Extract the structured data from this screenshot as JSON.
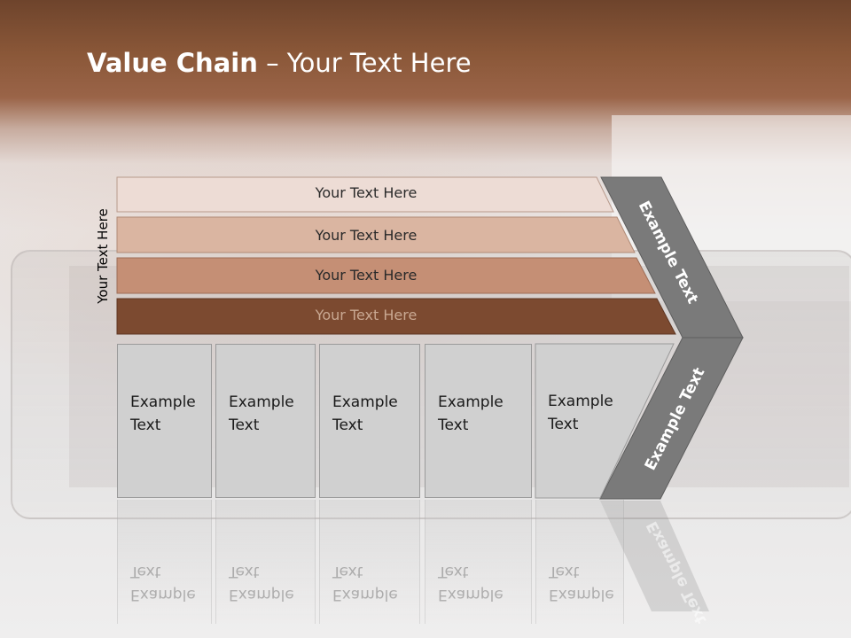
{
  "slide": {
    "title_bold": "Value Chain",
    "title_rest": " – Your Text Here",
    "vertical_label": "Your Text Here",
    "bars": [
      {
        "label": "Your Text Here"
      },
      {
        "label": "Your Text Here"
      },
      {
        "label": "Your Text Here"
      },
      {
        "label": "Your Text Here"
      }
    ],
    "columns": [
      {
        "line1": "Example",
        "line2": "Text"
      },
      {
        "line1": "Example",
        "line2": "Text"
      },
      {
        "line1": "Example",
        "line2": "Text"
      },
      {
        "line1": "Example",
        "line2": "Text"
      },
      {
        "line1": "Example",
        "line2": "Text"
      }
    ],
    "chevron_upper": "Example Text",
    "chevron_lower": "Example Text",
    "reflection_label": "Example Text",
    "colors": {
      "bar1": "#eddcd5",
      "bar2": "#dab5a1",
      "bar3": "#c58f75",
      "bar4": "#7c4a30",
      "chevron": "#7a7a7a",
      "column": "#d0d0d0"
    }
  }
}
